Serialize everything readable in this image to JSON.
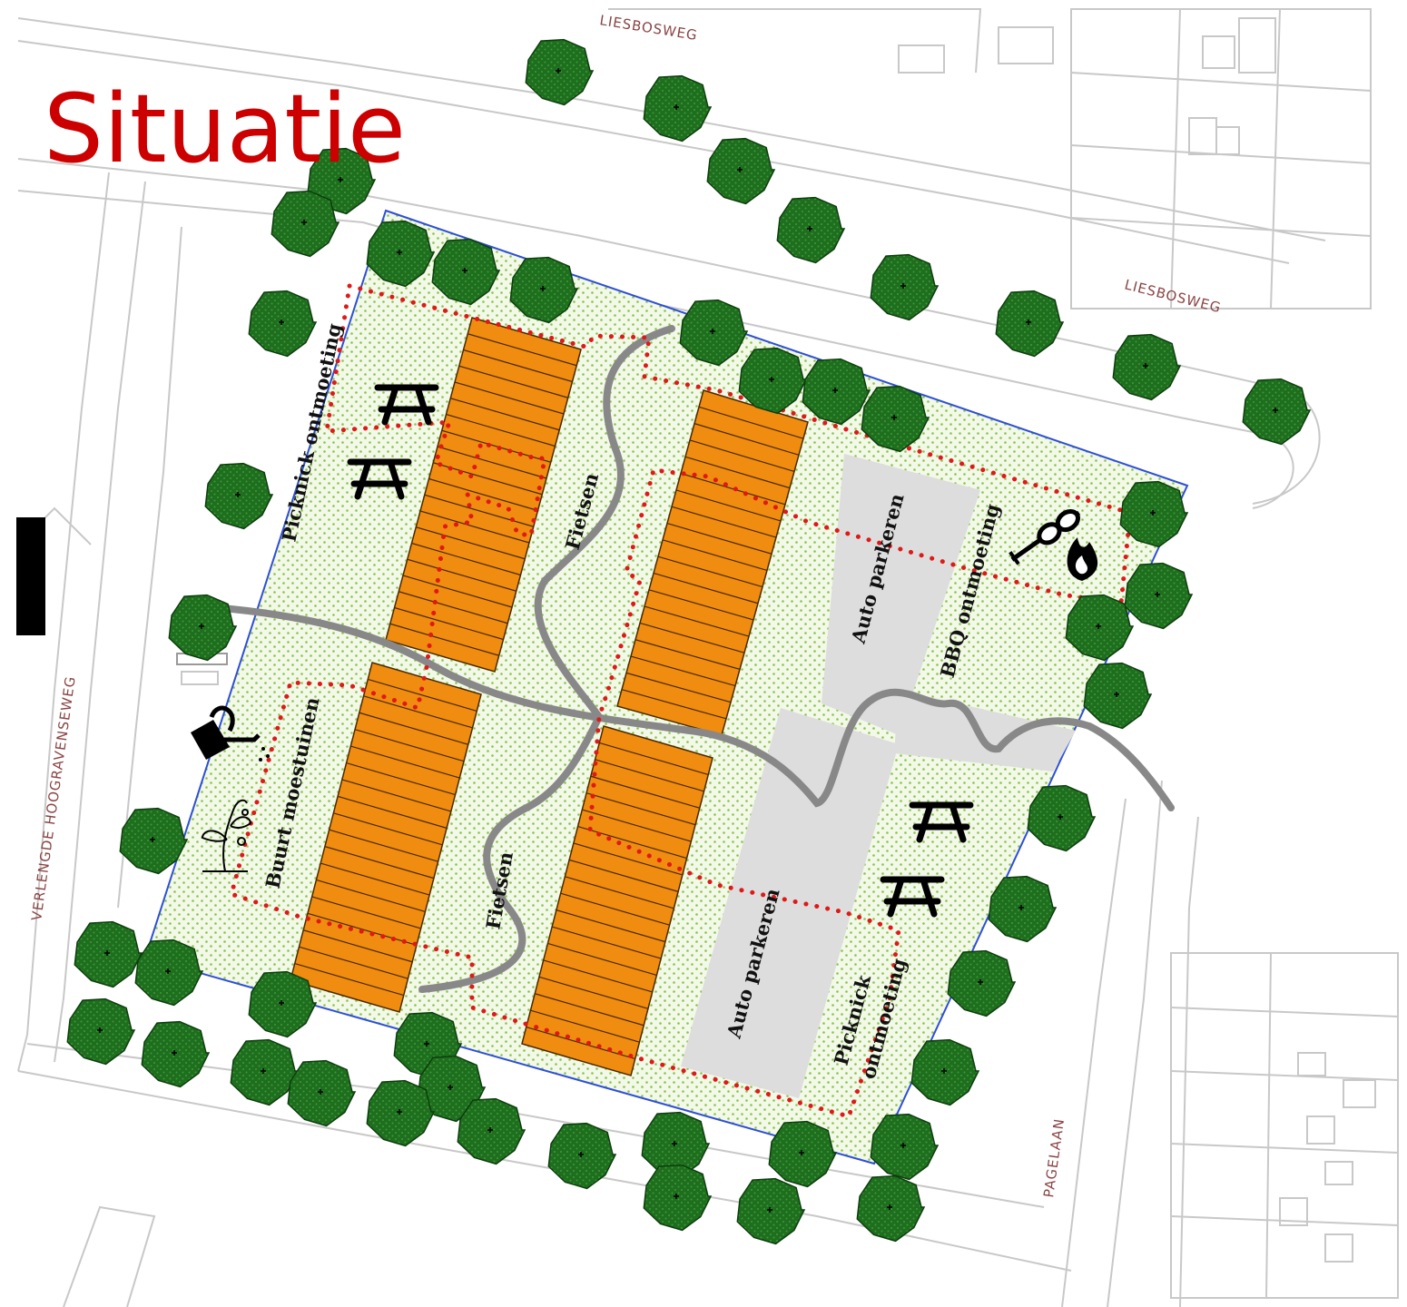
{
  "title": "Situatie",
  "colors": {
    "title": "#cc0000",
    "tree": "#1e6e1e",
    "tree_dark": "#0d3d0d",
    "grass": "#f0f8e6",
    "bed": "#f08c0f",
    "parking": "#dddddd",
    "path": "#888888",
    "dotted_route": "#e01818",
    "plot_outline": "#2e4ed8",
    "street_lines": "#c8c8c8",
    "road_label": "#8a4444"
  },
  "roads": {
    "liesbosweg_north": "LIESBOSWEG",
    "liesbosweg_east": "LIESBOSWEG",
    "verlengde_hoogravenseweg": "VERLENGDE HOOGRAVENSEWEG",
    "pagelaan": "PAGELAAN"
  },
  "areas": {
    "picknick_west": "Picknick ontmoeting",
    "fietsen_north": "Fietsen",
    "auto_parkeren_north": "Auto parkeren",
    "bbq": "BBQ ontmoeting",
    "buurt_moestuinen": "Buurt moestuinen",
    "fietsen_south": "Fietsen",
    "auto_parkeren_south": "Auto parkeren",
    "picknick_south_line1": "Picknick",
    "picknick_south_line2": "ontmoeting"
  },
  "icons": {
    "picnic_table": "picnic-table-icon",
    "watering_can": "watering-can-icon",
    "plant": "plant-icon",
    "bbq": "bbq-grill-icon",
    "fire": "fire-icon",
    "tree": "tree-icon"
  }
}
